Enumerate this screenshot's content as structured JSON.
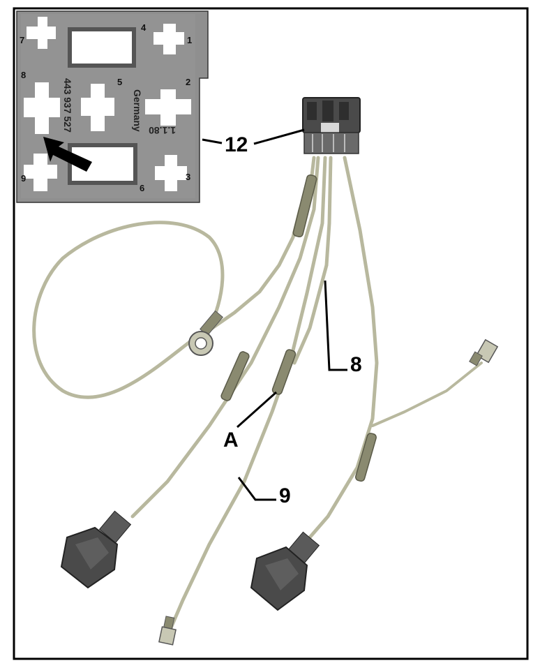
{
  "figure": {
    "callouts": {
      "c12": "12",
      "c8": "8",
      "cA": "A",
      "c9": "9"
    },
    "pins": {
      "p1": "1",
      "p2": "2",
      "p3": "3",
      "p4": "4",
      "p5": "5",
      "p6": "6",
      "p7": "7",
      "p8": "8",
      "p9": "9"
    },
    "relay_part_number": "443 937 527",
    "relay_stamp_side": "1.1.80",
    "relay_maker_mark": "Germany",
    "colors": {
      "frame": "#000000",
      "relay_plate": "#8f8f8f",
      "wire": "#c9c9b3",
      "connector": "#4a4a4a"
    }
  }
}
